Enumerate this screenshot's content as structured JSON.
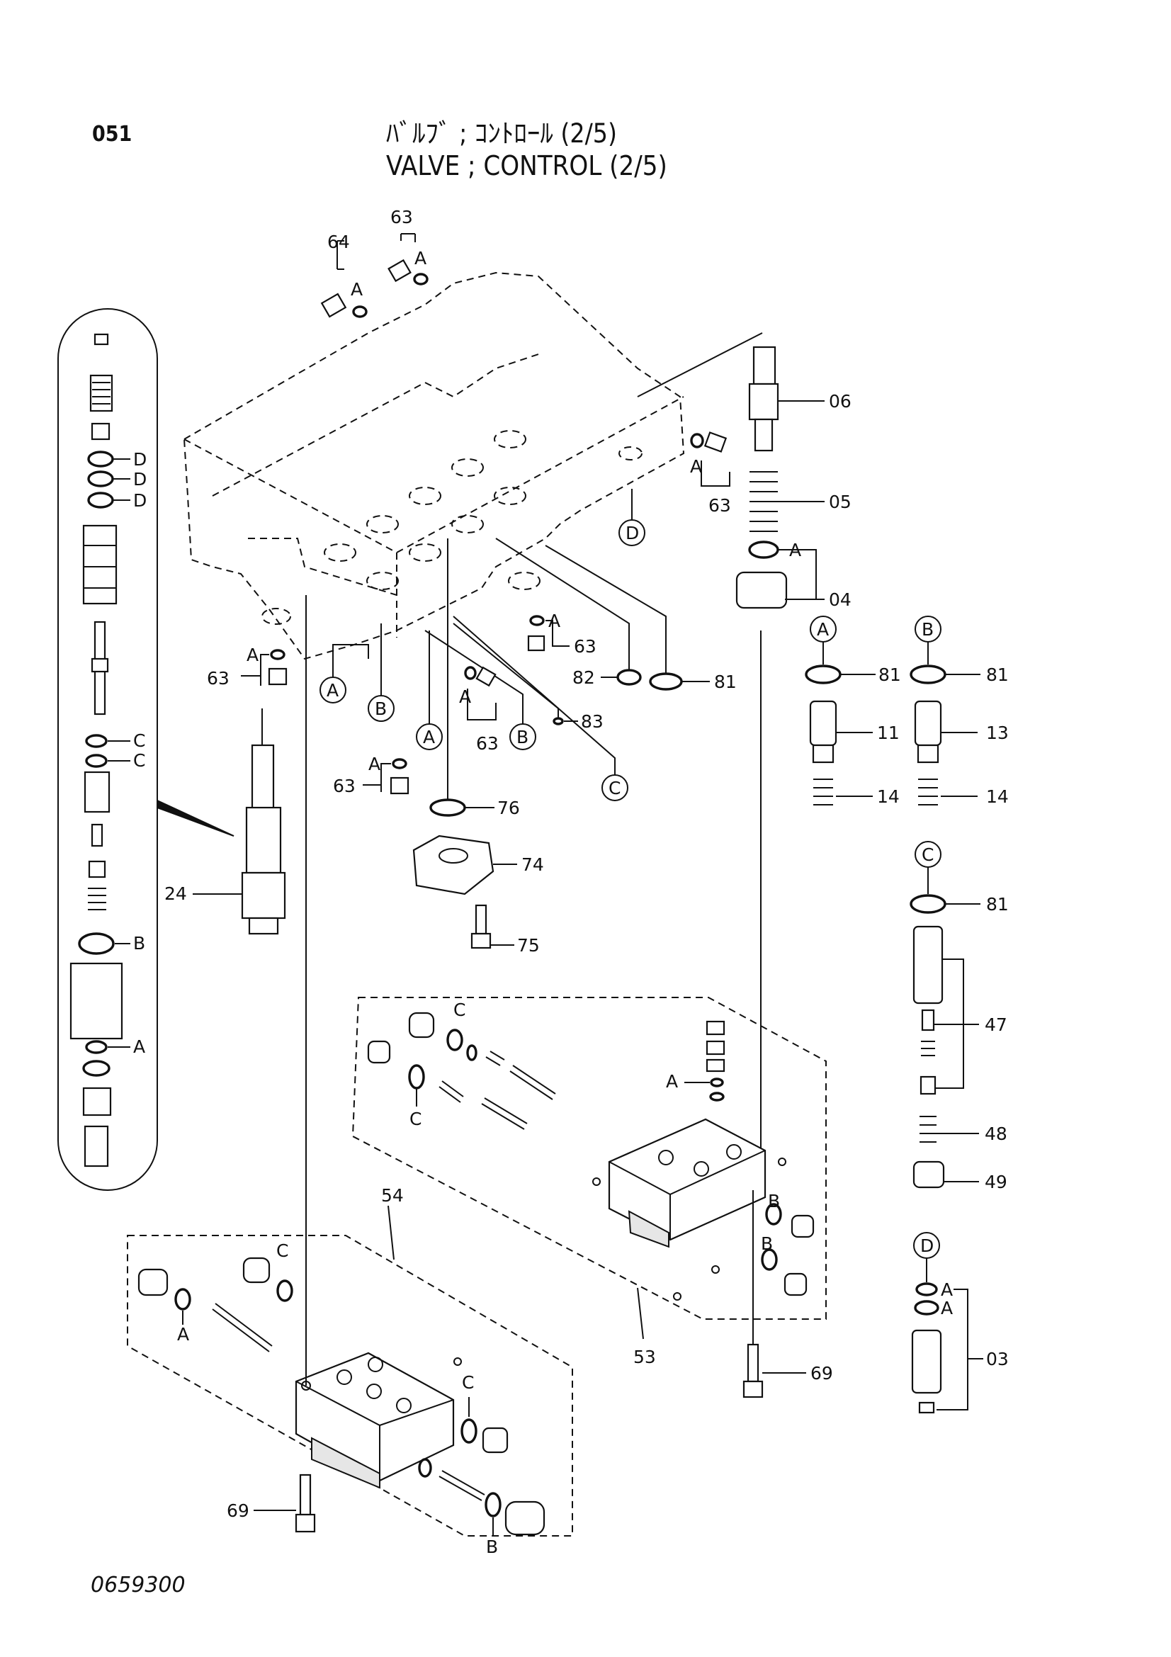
{
  "header": {
    "page_number": "051",
    "title_jp": "ﾊﾞﾙﾌﾞ ; ｺﾝﾄﾛｰﾙ (2/5)",
    "title_en": "VALVE ; CONTROL (2/5)"
  },
  "footer": {
    "drawing_number": "0659300"
  },
  "labels": {
    "p03": "03",
    "p04": "04",
    "p05": "05",
    "p06": "06",
    "p11": "11",
    "p13": "13",
    "p14a": "14",
    "p14b": "14",
    "p24": "24",
    "p47": "47",
    "p48": "48",
    "p49": "49",
    "p53": "53",
    "p54": "54",
    "p63a": "63",
    "p63b": "63",
    "p63c": "63",
    "p63d": "63",
    "p63e": "63",
    "p63f": "63",
    "p64": "64",
    "p69a": "69",
    "p69b": "69",
    "p74": "74",
    "p75": "75",
    "p76": "76",
    "p81a": "81",
    "p81b": "81",
    "p81c": "81",
    "p81d": "81",
    "p82": "82",
    "p83": "83"
  },
  "ring_codes": {
    "A": "A",
    "B": "B",
    "C": "C",
    "D": "D"
  }
}
